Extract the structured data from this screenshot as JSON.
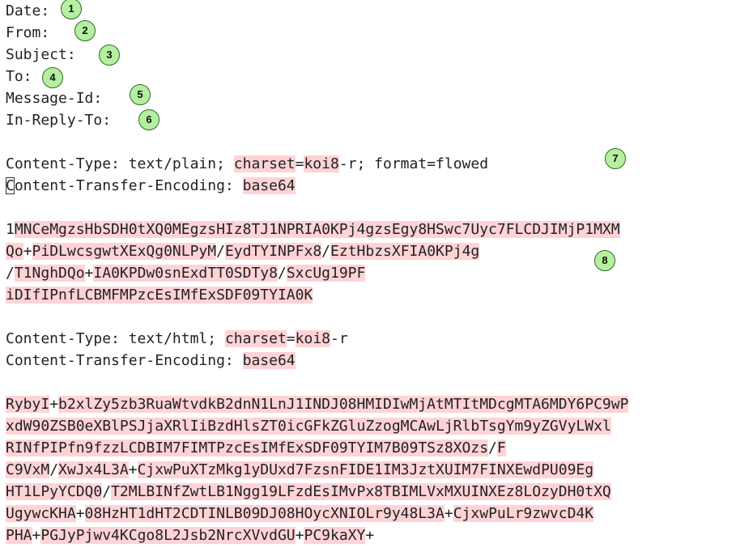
{
  "headers": [
    {
      "text": "Date:",
      "callout": "1"
    },
    {
      "text": "From: ",
      "callout": "2"
    },
    {
      "text": "Subject: ",
      "callout": "3"
    },
    {
      "text": "To:",
      "callout": "4"
    },
    {
      "text": "Message-Id: ",
      "callout": "5"
    },
    {
      "text": "In-Reply-To: ",
      "callout": "6"
    }
  ],
  "part1": {
    "content_type_prefix": "Content-Type: text/plain; ",
    "charset_label": "charset",
    "equals": "=",
    "charset_value": "koi8",
    "charset_suffix": "-r; format=flowed",
    "callout": "7",
    "cursor_char": "C",
    "cte_rest": "ontent-Transfer-Encoding: ",
    "encoding": "base64",
    "body_callout": "8",
    "body": [
      [
        [
          "1",
          false
        ],
        [
          "MNCeMgzsHbSDH0tXQ0MEgzsHIz8TJ1NPRIA0KPj4gzsEgy8HSwc7Uyc7FLCDJIMjP1MXM",
          true
        ]
      ],
      [
        [
          "Qo",
          true
        ],
        [
          "+",
          false
        ],
        [
          "PiDLwcsgwtXExQg0NLPyM",
          true
        ],
        [
          "/",
          false
        ],
        [
          "EydTYINPFx8",
          true
        ],
        [
          "/",
          false
        ],
        [
          "EztHbzsXFIA0KPj4g",
          true
        ]
      ],
      [
        [
          "/",
          false
        ],
        [
          "T1NghDQo",
          true
        ],
        [
          "+",
          false
        ],
        [
          "IA0KPDw0snExdTT0SDTy8",
          true
        ],
        [
          "/",
          false
        ],
        [
          "SxcUg19PF",
          true
        ]
      ],
      [
        [
          "iDIfIPnfLCBMFMPzcEsIMfExSDF09TYIA0K",
          true
        ]
      ]
    ]
  },
  "part2": {
    "content_type_prefix": "Content-Type: text/html; ",
    "charset_label": "charset",
    "equals": "=",
    "charset_value": "koi8",
    "charset_suffix": "-r",
    "cte_prefix": "Content-Transfer-Encoding: ",
    "encoding": "base64",
    "body": [
      [
        [
          "RybyI",
          true
        ],
        [
          "+",
          false
        ],
        [
          "b2xlZy5zb3RuaWtvdkB2dnN1LnJ1INDJ08HMIDIwMjAtMTItMDcgMTA6MDY6PC9wP",
          true
        ]
      ],
      [
        [
          "xdW90ZSB0eXBlPSJjaXRlIiBzdHlsZT0icGFkZGluZzogMCAwLjRlbTsgYm9yZGVyLWxl",
          true
        ]
      ],
      [
        [
          "RINfPIPfn9fzzLCDBIM7FIMTPzcEsIMfExSDF09TYIM7B09TSz8XOzs",
          true
        ],
        [
          "/",
          false
        ],
        [
          "F",
          true
        ]
      ],
      [
        [
          "C9VxM",
          true
        ],
        [
          "/",
          false
        ],
        [
          "XwJx4L3A",
          true
        ],
        [
          "+",
          false
        ],
        [
          "CjxwPuXTzMkg1yDUxd7FzsnFIDE1IM3JztXUIM7FINXEwdPU09Eg",
          true
        ]
      ],
      [
        [
          "HT1LPyYCDQ0",
          true
        ],
        [
          "/",
          false
        ],
        [
          "T2MLBINfZwtLB1Ngg19LFzdEsIMvPx8TBIMLVxMXUINXEz8LOzyDH0tXQ",
          true
        ]
      ],
      [
        [
          "UgywcKHA",
          true
        ],
        [
          "+",
          false
        ],
        [
          "08HzHT1dHT2CDTINLB09DJ08HOycXNIOLr9y48L3A",
          true
        ],
        [
          "+",
          false
        ],
        [
          "CjxwPuLr9zwvcD4K",
          true
        ]
      ],
      [
        [
          "PHA",
          true
        ],
        [
          "+",
          false
        ],
        [
          "PGJyPjwv4KCgo8L2Jsb2NrcXVvdGU",
          true
        ],
        [
          "+",
          false
        ],
        [
          "PC9kaXY",
          true
        ],
        [
          "+",
          false
        ]
      ]
    ]
  }
}
